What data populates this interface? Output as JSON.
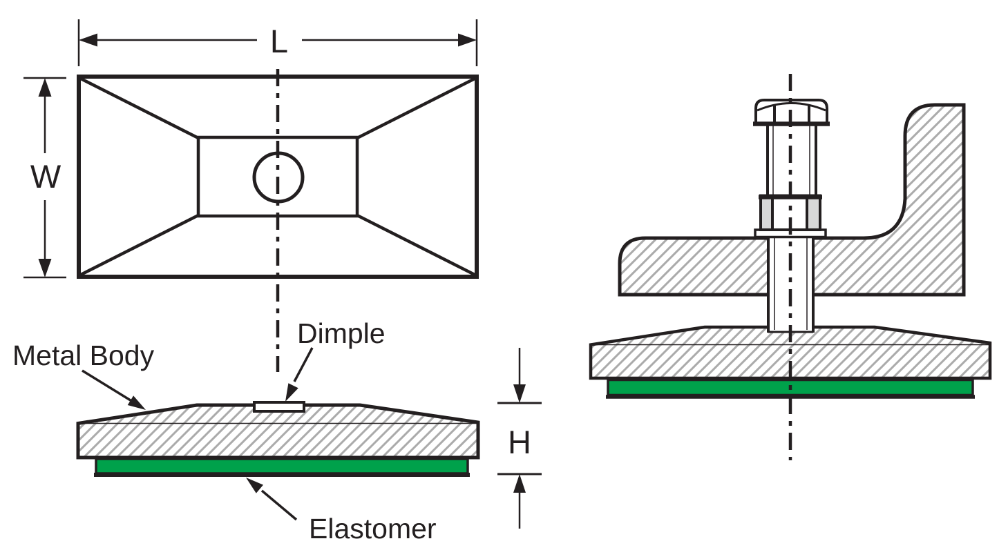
{
  "dimensions": {
    "length_label": "L",
    "width_label": "W",
    "height_label": "H"
  },
  "labels": {
    "metal_body": "Metal Body",
    "dimple": "Dimple",
    "elastomer": "Elastomer"
  },
  "colors": {
    "elastomer_green": "#00A14B",
    "hatch_gray": "#ABABAB",
    "line_black": "#231F20",
    "nut_shade_gray": "#D8D8D8"
  }
}
